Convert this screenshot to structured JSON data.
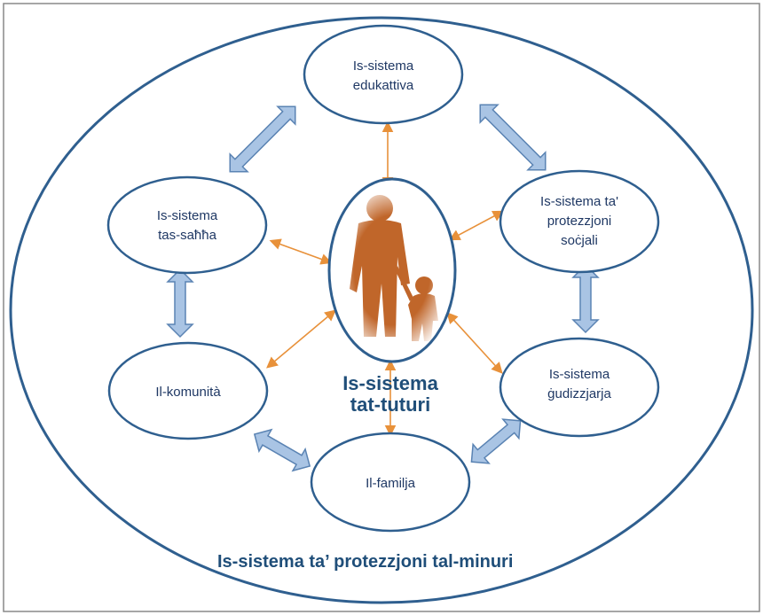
{
  "diagram": {
    "outer_label": "Is-sistema ta’ protezzjoni tal-minuri",
    "center_label_line1": "Is-sistema",
    "center_label_line2": "tat-tuturi",
    "nodes": {
      "education": {
        "line1": "Is-sistema",
        "line2": "edukattiva"
      },
      "health": {
        "line1": "Is-sistema",
        "line2": "tas-saħħa"
      },
      "social": {
        "line1": "Is-sistema ta'",
        "line2": "protezzjoni",
        "line3": "soċjali"
      },
      "community": {
        "line1": "Il-komunità"
      },
      "judicial": {
        "line1": "Is-sistema",
        "line2": "ġudizzjarja"
      },
      "family": {
        "line1": "Il-familja"
      }
    },
    "image": {
      "icon": "parent-and-child-silhouette"
    }
  },
  "colors": {
    "outline": "#2f5f8f",
    "block_arrow_fill": "#a9c4e4",
    "thin_arrow": "#e8913a",
    "silhouette": "#c0662a",
    "frame": "#888888"
  }
}
